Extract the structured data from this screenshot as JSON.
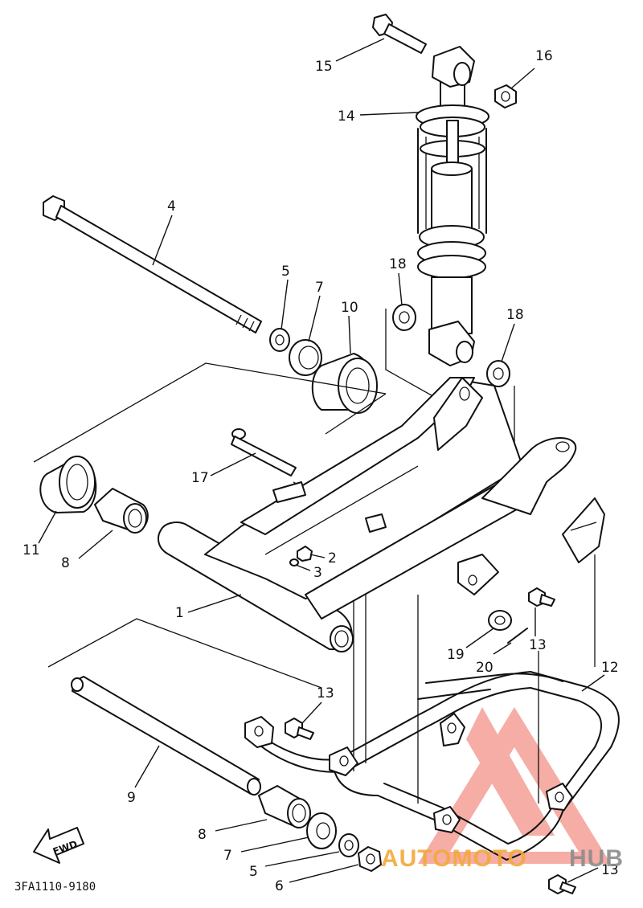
{
  "diagram": {
    "callouts": [
      {
        "id": "c15",
        "text": "15"
      },
      {
        "id": "c16",
        "text": "16"
      },
      {
        "id": "c14",
        "text": "14"
      },
      {
        "id": "c4",
        "text": "4"
      },
      {
        "id": "c5a",
        "text": "5"
      },
      {
        "id": "c7a",
        "text": "7"
      },
      {
        "id": "c10",
        "text": "10"
      },
      {
        "id": "c18a",
        "text": "18"
      },
      {
        "id": "c18b",
        "text": "18"
      },
      {
        "id": "c17",
        "text": "17"
      },
      {
        "id": "c11",
        "text": "11"
      },
      {
        "id": "c8a",
        "text": "8"
      },
      {
        "id": "c2",
        "text": "2"
      },
      {
        "id": "c3",
        "text": "3"
      },
      {
        "id": "c1",
        "text": "1"
      },
      {
        "id": "c19",
        "text": "19"
      },
      {
        "id": "c13a",
        "text": "13"
      },
      {
        "id": "c20",
        "text": "20"
      },
      {
        "id": "c12",
        "text": "12"
      },
      {
        "id": "c13b",
        "text": "13"
      },
      {
        "id": "c9",
        "text": "9"
      },
      {
        "id": "c8b",
        "text": "8"
      },
      {
        "id": "c7b",
        "text": "7"
      },
      {
        "id": "c5b",
        "text": "5"
      },
      {
        "id": "c6",
        "text": "6"
      },
      {
        "id": "c13c",
        "text": "13"
      }
    ],
    "fwd_label": "FWD",
    "diagram_code": "3FA1110-9180"
  },
  "watermark": {
    "text_part1": "AUTOMOTO",
    "text_part2": "HUB",
    "color_primary": "#f2a93b",
    "color_secondary": "#8c8c8c",
    "logo_color": "#ee6b5d"
  }
}
